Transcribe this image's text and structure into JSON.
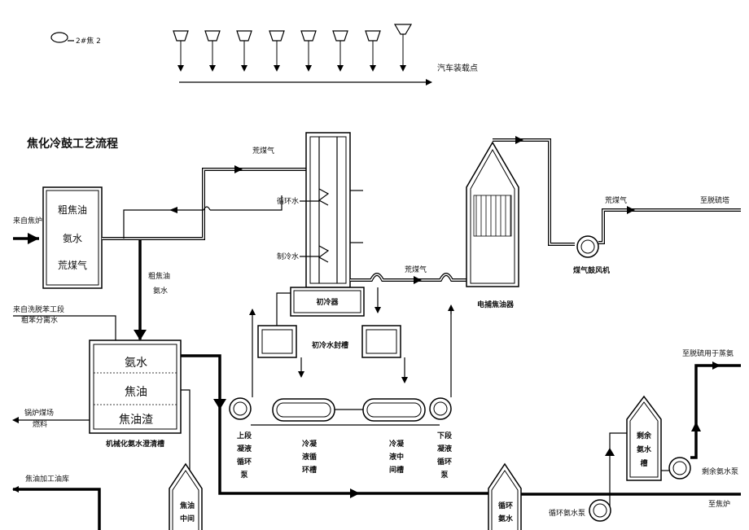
{
  "labels": {
    "legend_2": "2#焦 2",
    "truck_point": "汽车装载点",
    "title": "焦化冷鼓工艺流程",
    "raw_gas_1": "荒煤气",
    "from_coke": "来自焦炉",
    "box_tar": "粗焦油",
    "box_water": "氨水",
    "box_gas": "荒煤气",
    "crude_tar": "粗焦油",
    "ammonia": "氨水",
    "circ_water": "循环水",
    "chilled_water": "制冷水",
    "primary_cooler": "初冷器",
    "raw_gas_2": "荒煤气",
    "ep_label": "电捕焦油器",
    "raw_gas_3": "荒煤气",
    "to_desulf": "至脱硫塔",
    "blower": "煤气鼓风机",
    "from_debenz": "来自洗脱苯工段",
    "crude_benz_water": "粗苯分离水",
    "tank_water": "氨水",
    "tank_tar": "焦油",
    "tank_residue": "焦油渣",
    "decanter": "机械化氨水澄清槽",
    "seal_tank": "初冷水封槽",
    "boiler_1": "锅炉煤场",
    "boiler_2": "燃料",
    "upper_pump": [
      "上段",
      "凝液",
      "循环",
      "泵"
    ],
    "cond_tank": [
      "冷凝",
      "液循",
      "环槽"
    ],
    "mid_tank": [
      "冷凝",
      "液中",
      "间槽"
    ],
    "lower_pump": [
      "下段",
      "凝液",
      "循环",
      "泵"
    ],
    "tar_warehouse": "焦油加工油库",
    "tar_mid": [
      "焦油",
      "中间"
    ],
    "circ_ammonia": [
      "循环",
      "氨水"
    ],
    "residual_tank": [
      "剩余",
      "氨水",
      "槽"
    ],
    "to_ammonia_steam": "至脱硫用于蒸氨",
    "residual_pump": "剩余氨水泵",
    "circ_pump": "循环氨水泵",
    "to_coke_oven": "至焦炉"
  }
}
